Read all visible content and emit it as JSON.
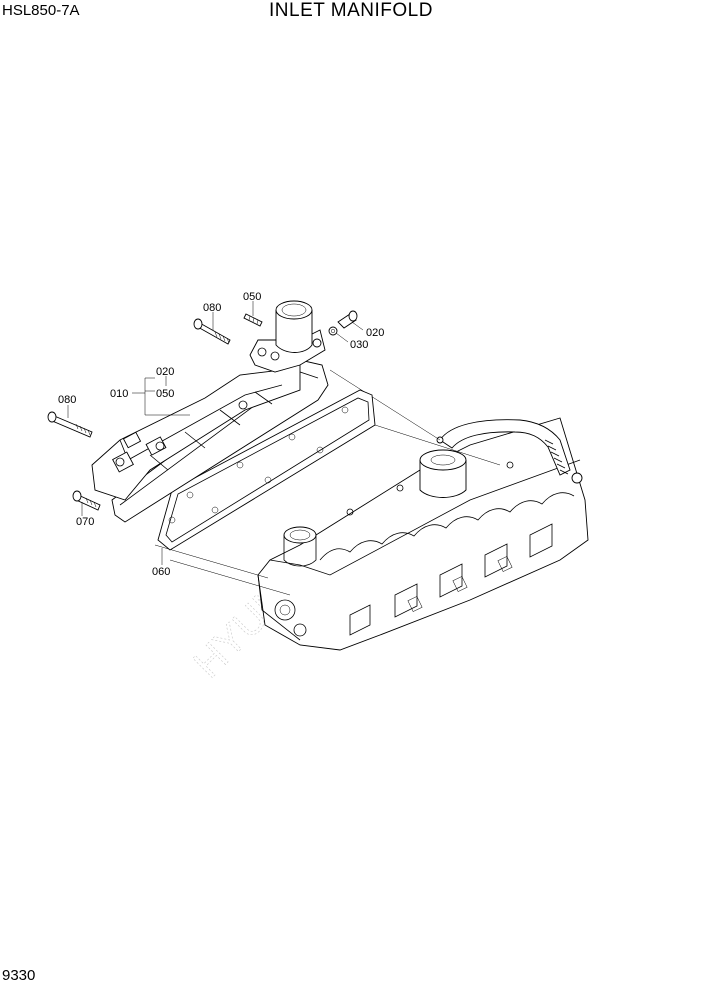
{
  "header": {
    "model": "HSL850-7A",
    "title": "INLET MANIFOLD"
  },
  "footer": {
    "page_number": "9330"
  },
  "callouts": {
    "c010": "010",
    "c020_group": "020",
    "c050_group": "050",
    "c080_top": "080",
    "c050_top": "050",
    "c020_right": "020",
    "c030": "030",
    "c080_left": "080",
    "c070": "070",
    "c060": "060"
  },
  "watermark": {
    "text": "HYUNDAI"
  }
}
